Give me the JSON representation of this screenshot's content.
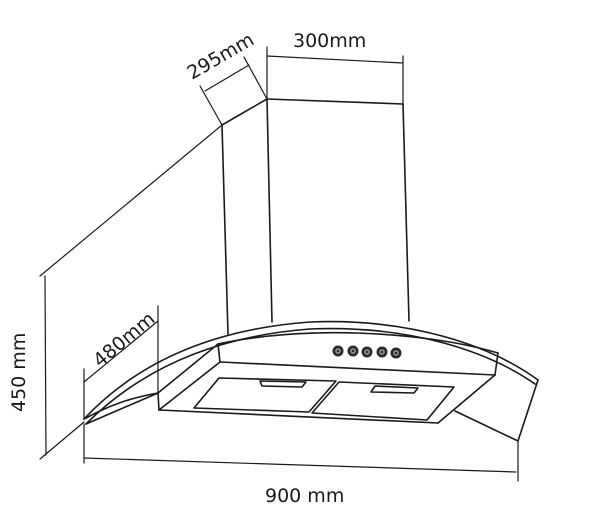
{
  "diagram": {
    "subject": "Curved glass chimney cooker hood - dimension drawing",
    "colors": {
      "line": "#1a1a1a",
      "background": "#ffffff",
      "knob": "#2a2a2a"
    },
    "dimensions": {
      "chimney_depth": "295mm",
      "chimney_width": "300mm",
      "canopy_depth": "480mm",
      "height": "450 mm",
      "width": "900 mm"
    },
    "control_knobs": {
      "count": 5
    }
  }
}
